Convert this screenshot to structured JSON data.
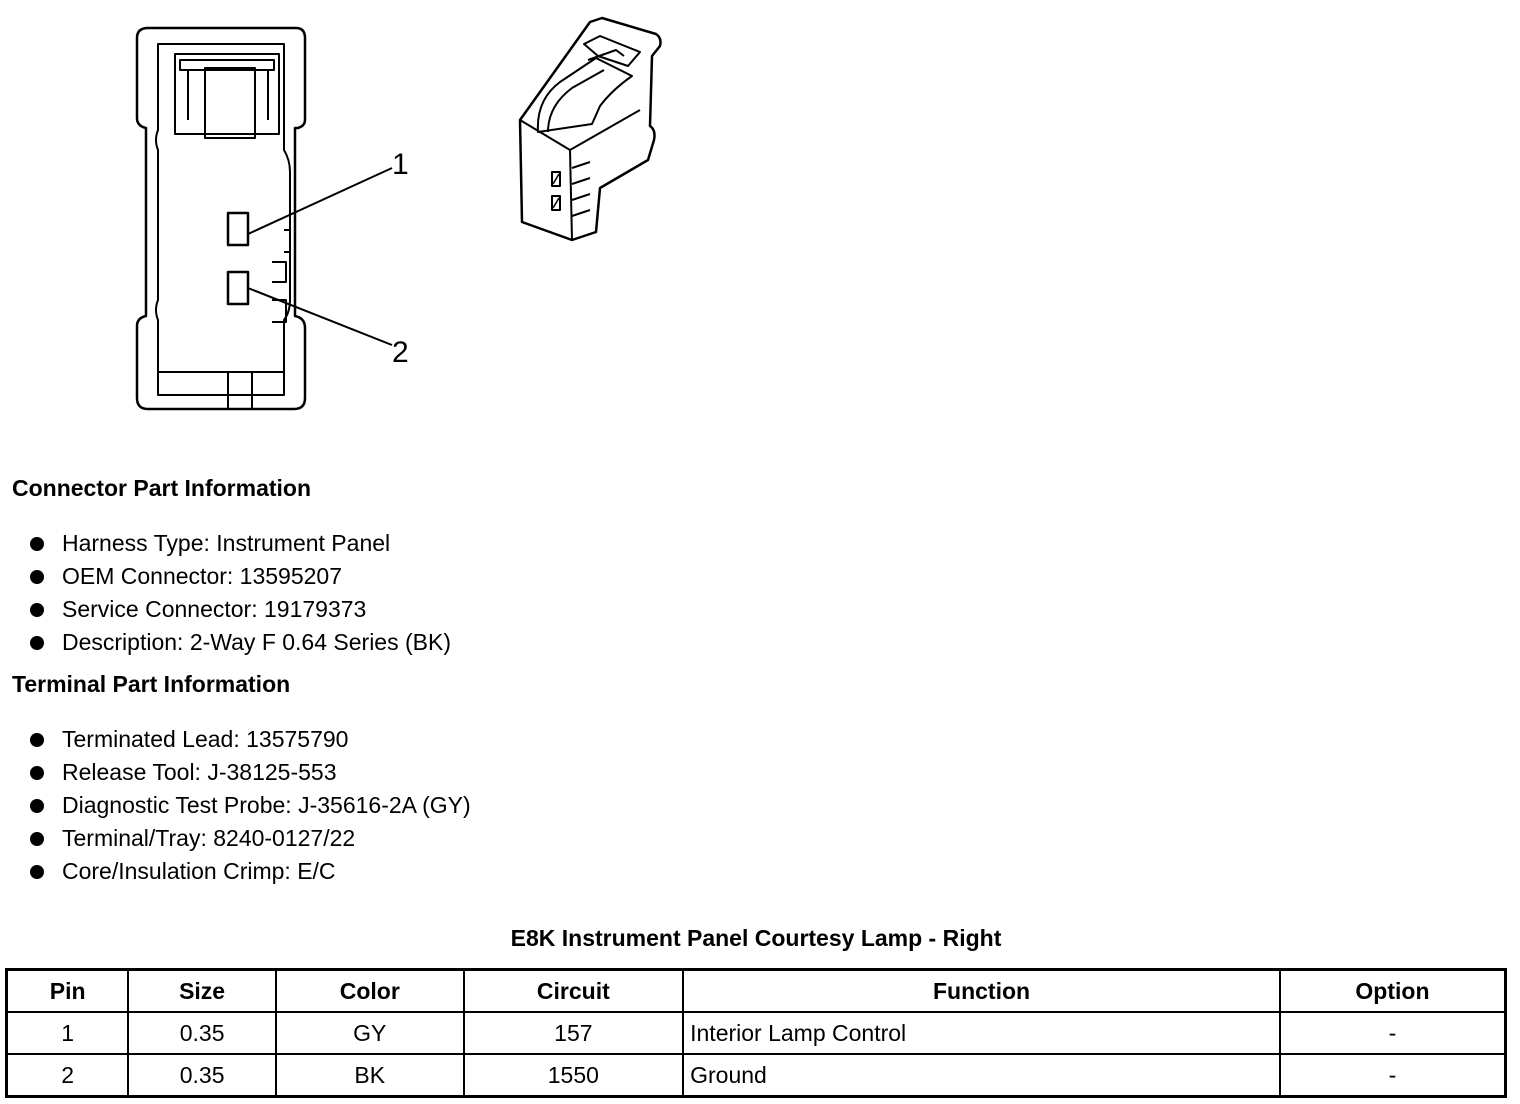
{
  "connector_diagram": {
    "pin_callouts": [
      "1",
      "2"
    ]
  },
  "connector_info": {
    "heading": "Connector Part Information",
    "items": [
      "Harness Type: Instrument Panel",
      "OEM Connector: 13595207",
      "Service Connector: 19179373",
      "Description: 2-Way F 0.64 Series (BK)"
    ]
  },
  "terminal_info": {
    "heading": "Terminal Part Information",
    "items": [
      "Terminated Lead: 13575790",
      "Release Tool: J-38125-553",
      "Diagnostic Test Probe: J-35616-2A (GY)",
      "Terminal/Tray: 8240-0127/22",
      "Core/Insulation Crimp: E/C"
    ]
  },
  "pin_table": {
    "title": "E8K Instrument Panel Courtesy Lamp - Right",
    "headers": [
      "Pin",
      "Size",
      "Color",
      "Circuit",
      "Function",
      "Option"
    ],
    "rows": [
      [
        "1",
        "0.35",
        "GY",
        "157",
        "Interior Lamp Control",
        "-"
      ],
      [
        "2",
        "0.35",
        "BK",
        "1550",
        "Ground",
        "-"
      ]
    ]
  }
}
